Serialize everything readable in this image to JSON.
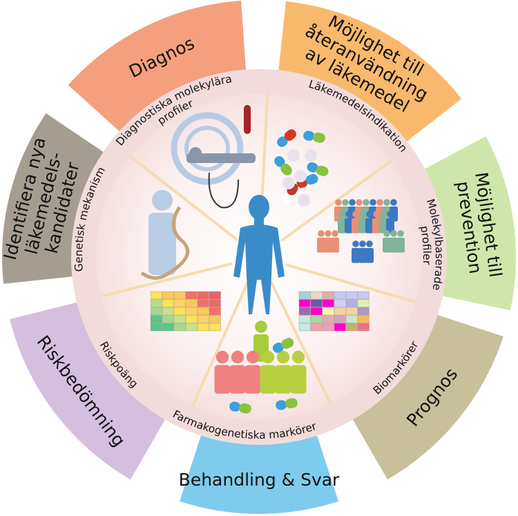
{
  "outer_segments": [
    {
      "id": "diagnos",
      "lines": [
        "Diagnos"
      ],
      "color": "#f4a07f"
    },
    {
      "id": "reuse",
      "lines": [
        "Möjlighet till",
        "återanvändning",
        "av läkemedel"
      ],
      "color": "#f9b96c"
    },
    {
      "id": "prevention",
      "lines": [
        "Möjlighet till",
        "prevention"
      ],
      "color": "#cfe6ab"
    },
    {
      "id": "prognos",
      "lines": [
        "Prognos"
      ],
      "color": "#c8c09b"
    },
    {
      "id": "treatment",
      "lines": [
        "Behandling & Svar"
      ],
      "color": "#7fcbee"
    },
    {
      "id": "risk",
      "lines": [
        "Riskbedömning"
      ],
      "color": "#d5bfdf"
    },
    {
      "id": "candidates",
      "lines": [
        "Identifiera nya",
        "läkemedels-",
        "kandidater"
      ],
      "color": "#a69d92"
    }
  ],
  "inner_labels": [
    {
      "id": "diagnostic-profiles",
      "lines": [
        "Diagnostiska molekylära",
        "profiler"
      ]
    },
    {
      "id": "drug-indication",
      "lines": [
        "Läkemedelsindikation"
      ]
    },
    {
      "id": "molecular-profiles",
      "lines": [
        "Molekylbaserade",
        "profiler"
      ]
    },
    {
      "id": "biomarkers",
      "lines": [
        "Biomarkörer"
      ]
    },
    {
      "id": "pharmacogenetic-markers",
      "lines": [
        "Farmakogenetiska markörer"
      ]
    },
    {
      "id": "risk-score",
      "lines": [
        "Riskpoäng"
      ]
    },
    {
      "id": "genetic-mechanism",
      "lines": [
        "Genetisk mekanism"
      ]
    }
  ],
  "colors": {
    "ring": "#f1dcdb",
    "center_figure": "#3a8cc9",
    "spoke": "#f5dcb0"
  }
}
